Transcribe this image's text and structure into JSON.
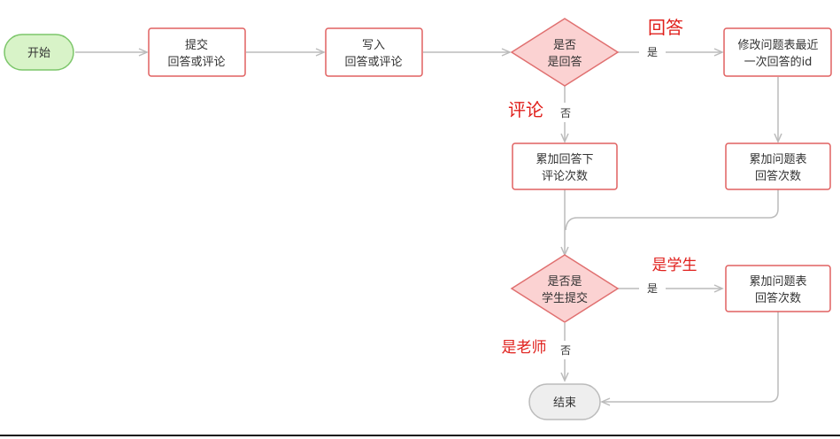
{
  "nodes": {
    "start": {
      "text": "开始"
    },
    "submit": {
      "line1": "提交",
      "line2": "回答或评论"
    },
    "write": {
      "line1": "写入",
      "line2": "回答或评论"
    },
    "is_answer": {
      "line1": "是否",
      "line2": "是回答"
    },
    "modify": {
      "line1": "修改问题表最近",
      "line2": "一次回答的id"
    },
    "acc_reply": {
      "line1": "累加回答下",
      "line2": "评论次数"
    },
    "acc_answer_1": {
      "line1": "累加问题表",
      "line2": "回答次数"
    },
    "is_student": {
      "line1": "是否是",
      "line2": "学生提交"
    },
    "acc_answer_2": {
      "line1": "累加问题表",
      "line2": "回答次数"
    },
    "end": {
      "text": "结束"
    }
  },
  "edges": {
    "answer_yes": "是",
    "answer_no": "否",
    "student_yes": "是",
    "student_no": "否"
  },
  "annotations": {
    "answer": "回答",
    "comment": "评论",
    "student": "是学生",
    "teacher": "是老师"
  },
  "colors": {
    "process_stroke": "#e06060",
    "process_fill": "#ffffff",
    "decision_fill": "#fbd2d2",
    "decision_stroke": "#e07070",
    "start_fill": "#d8f3c8",
    "start_stroke": "#7cc66a",
    "end_fill": "#eeeeee",
    "end_stroke": "#bbbbbb",
    "edge": "#bbbbbb",
    "annotation": "#e0201c"
  }
}
